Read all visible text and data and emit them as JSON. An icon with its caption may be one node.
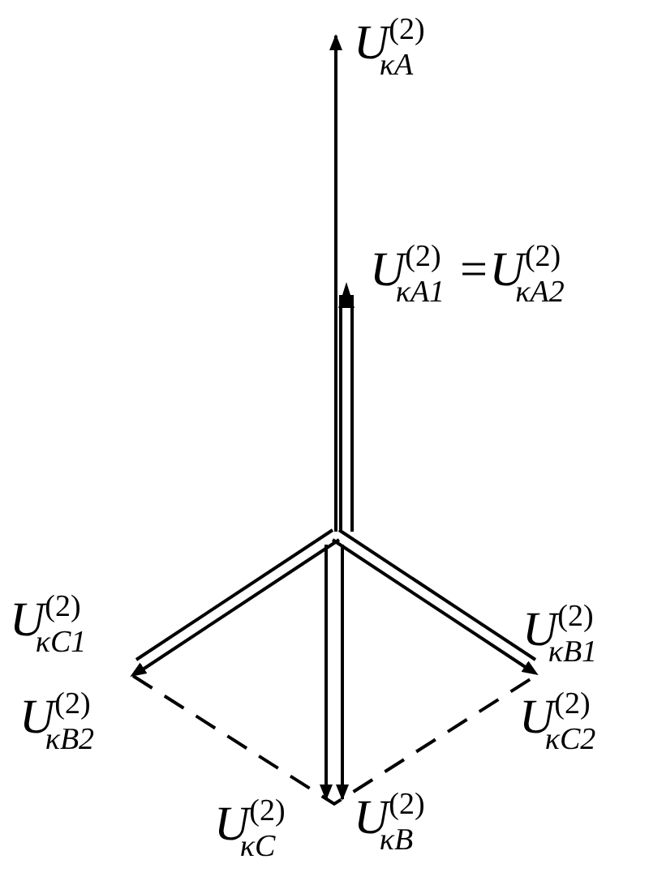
{
  "diagram": {
    "labels": [
      "U$^{(2)}$$_{κA}$",
      "U$^{(2)}$$_{κA1}$ =U$^{(2)}$$_{κA2}$",
      "U$^{(2)}$$_{κC1}$",
      "U$^{(2)}$$_{κB1}$",
      "U$^{(2)}$$_{κB2}$",
      "U$^{(2)}$$_{κC2}$",
      "U$^{(2)}$$_{κC}$",
      "U$^{(2)}$$_{κB}$"
    ]
  }
}
